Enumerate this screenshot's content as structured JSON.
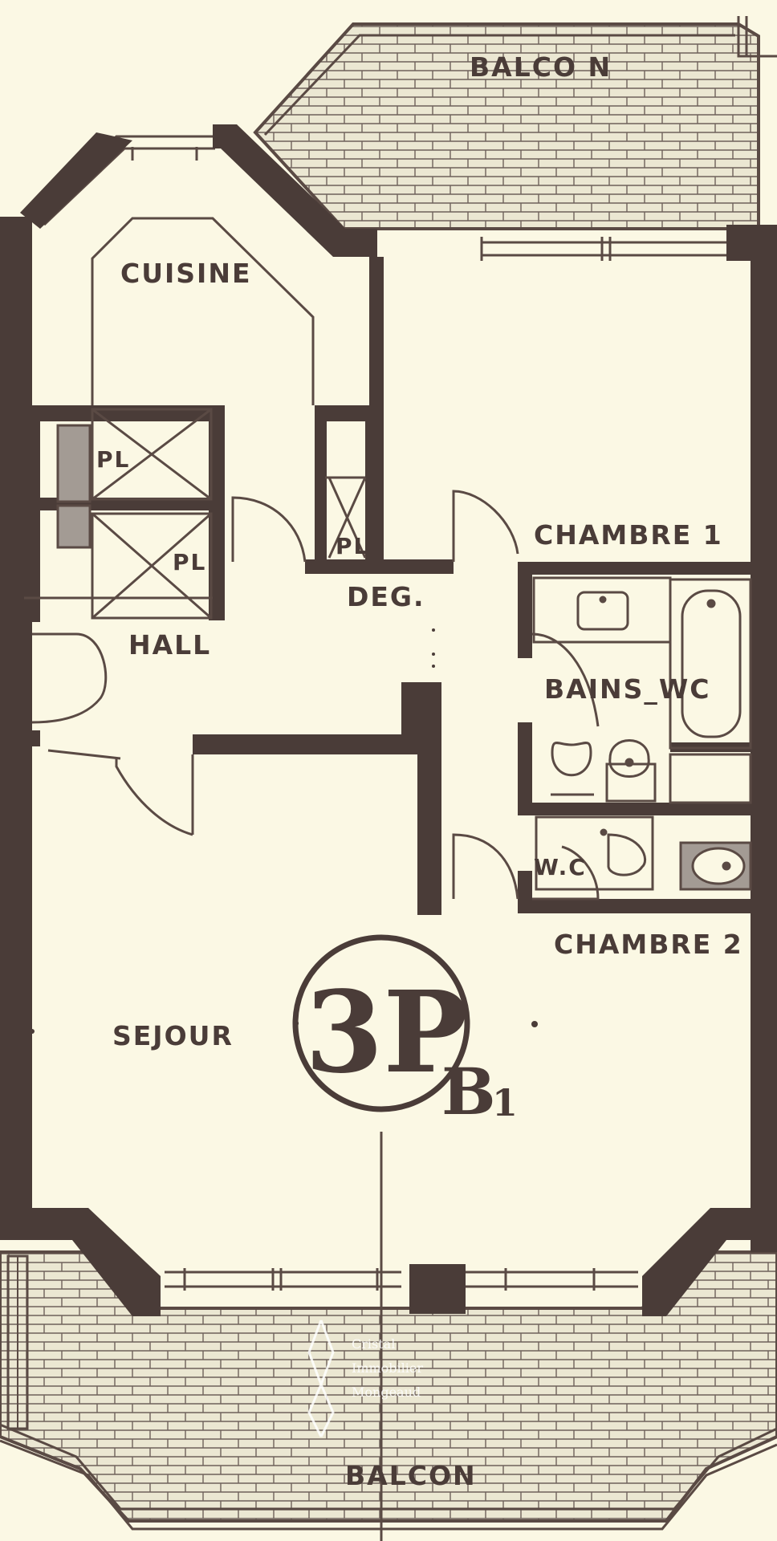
{
  "rooms": {
    "balcon_top": "BALCO N",
    "cuisine": "CUISINE",
    "chambre1": "CHAMBRE  1",
    "pl1": "PL",
    "pl2": "PL",
    "pl3": "PL",
    "deg": "DEG.",
    "hall": "HALL",
    "bains": "BAINS_WC",
    "wc": "W.C",
    "chambre2": "CHAMBRE  2",
    "sejour": "SEJOUR",
    "balcon_bottom": "BALCON"
  },
  "stamp": {
    "main": "3P",
    "sub": "B",
    "index": "1"
  },
  "watermark": [
    "Cristal",
    "Immobilier",
    "Mongeaud"
  ],
  "colors": {
    "paper": "#fbf8e4",
    "wall": "#4a3c38",
    "line": "#5a4a44",
    "tile": "#ebe7d2",
    "fixture": "#a39b94"
  }
}
